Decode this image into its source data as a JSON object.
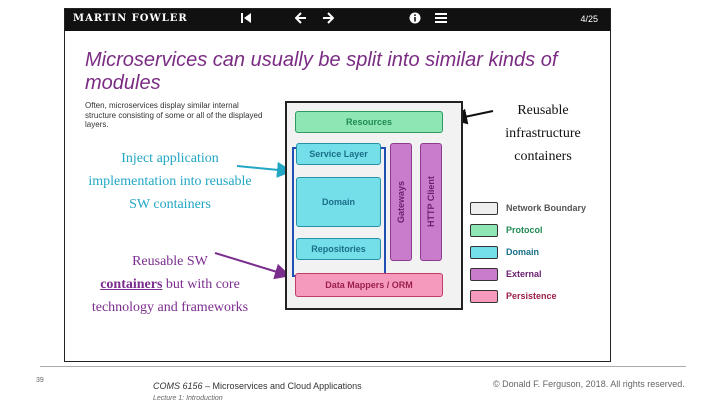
{
  "slide": {
    "brand": "MARTIN FOWLER",
    "nav": {
      "first_icon": "skip-to-first-icon",
      "prev_icon": "arrow-left-icon",
      "next_icon": "arrow-right-icon",
      "info_icon": "info-icon",
      "list_icon": "list-icon"
    },
    "page": "4/25",
    "title": "Microservices can usually be split into similar kinds of modules",
    "intro": "Often, microservices display similar internal structure consisting of some or all of the displayed layers.",
    "annotations": {
      "inject": "Inject application implementation into reusable SW containers",
      "reuse_sw_1": "Reusable SW",
      "reuse_sw_2": "containers",
      "reuse_sw_3": " but with core technology and frameworks",
      "infra": "Reusable infrastructure containers"
    },
    "diagram": {
      "resources": "Resources",
      "service_layer": "Service Layer",
      "domain": "Domain",
      "repositories": "Repositories",
      "gateways": "Gateways",
      "http_client": "HTTP Client",
      "data_mappers": "Data Mappers / ORM"
    },
    "legend": [
      {
        "label": "Network Boundary",
        "color": "#eeeeee",
        "text_color": "#555555"
      },
      {
        "label": "Protocol",
        "color": "#8de6b4",
        "text_color": "#1f8a52"
      },
      {
        "label": "Domain",
        "color": "#74dfe8",
        "text_color": "#1a6f88"
      },
      {
        "label": "External",
        "color": "#c97ccb",
        "text_color": "#6a1e70"
      },
      {
        "label": "Persistence",
        "color": "#f59abd",
        "text_color": "#9b1f4c"
      }
    ]
  },
  "footer": {
    "page_number": "39",
    "course_code": "COMS 6156",
    "course_title": " – Microservices and Cloud Applications",
    "lecture": "Lecture 1: Introduction",
    "copyright": "© Donald F. Ferguson, 2018. All rights reserved."
  }
}
